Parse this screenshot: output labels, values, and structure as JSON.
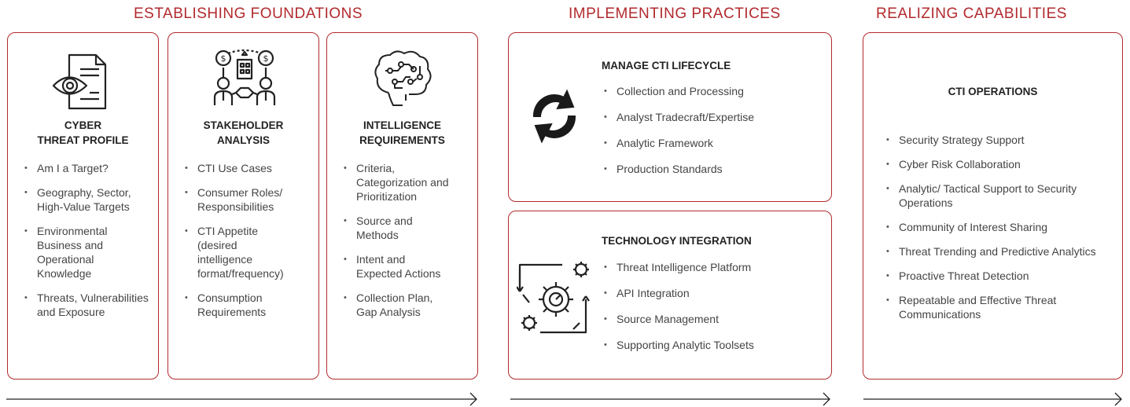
{
  "sections": {
    "foundations": "ESTABLISHING FOUNDATIONS",
    "practices": "IMPLEMENTING PRACTICES",
    "capabilities": "REALIZING CAPABILITIES"
  },
  "foundations": {
    "cyber_threat_profile": {
      "title": "CYBER\nTHREAT PROFILE",
      "items": [
        "Am I a Target?",
        "Geography, Sector, High-Value Targets",
        "Environmental Business and Operational Knowledge",
        "Threats, Vulnerabilities and Exposure"
      ]
    },
    "stakeholder_analysis": {
      "title": "STAKEHOLDER\nANALYSIS",
      "items": [
        "CTI Use Cases",
        "Consumer Roles/ Responsibilities",
        "CTI Appetite (desired intelligence format/frequency)",
        "Consumption Requirements"
      ]
    },
    "intelligence_requirements": {
      "title": "INTELLIGENCE\nREQUIREMENTS",
      "items": [
        "Criteria, Categorization and Prioritization",
        "Source and Methods",
        "Intent and Expected Actions",
        "Collection Plan, Gap Analysis"
      ]
    }
  },
  "practices": {
    "lifecycle": {
      "title": "MANAGE CTI LIFECYCLE",
      "items": [
        "Collection and Processing",
        "Analyst Tradecraft/Expertise",
        "Analytic Framework",
        "Production Standards"
      ]
    },
    "technology": {
      "title": "TECHNOLOGY INTEGRATION",
      "items": [
        "Threat Intelligence Platform",
        "API Integration",
        "Source Management",
        "Supporting Analytic Toolsets"
      ]
    }
  },
  "capabilities": {
    "operations": {
      "title": "CTI OPERATIONS",
      "items": [
        "Security Strategy Support",
        "Cyber Risk Collaboration",
        "Analytic/ Tactical Support to Security Operations",
        "Community of Interest Sharing",
        "Threat Trending and Predictive Analytics",
        "Proactive Threat Detection",
        "Repeatable and Effective Threat Communications"
      ]
    }
  },
  "icons": {
    "profile": "eye-document-icon",
    "stakeholder": "stakeholder-meeting-icon",
    "intelligence": "brain-circuit-icon",
    "lifecycle": "cycle-arrows-icon",
    "technology": "gears-integration-icon"
  },
  "colors": {
    "accent": "#b22a2e",
    "text": "#333333"
  }
}
